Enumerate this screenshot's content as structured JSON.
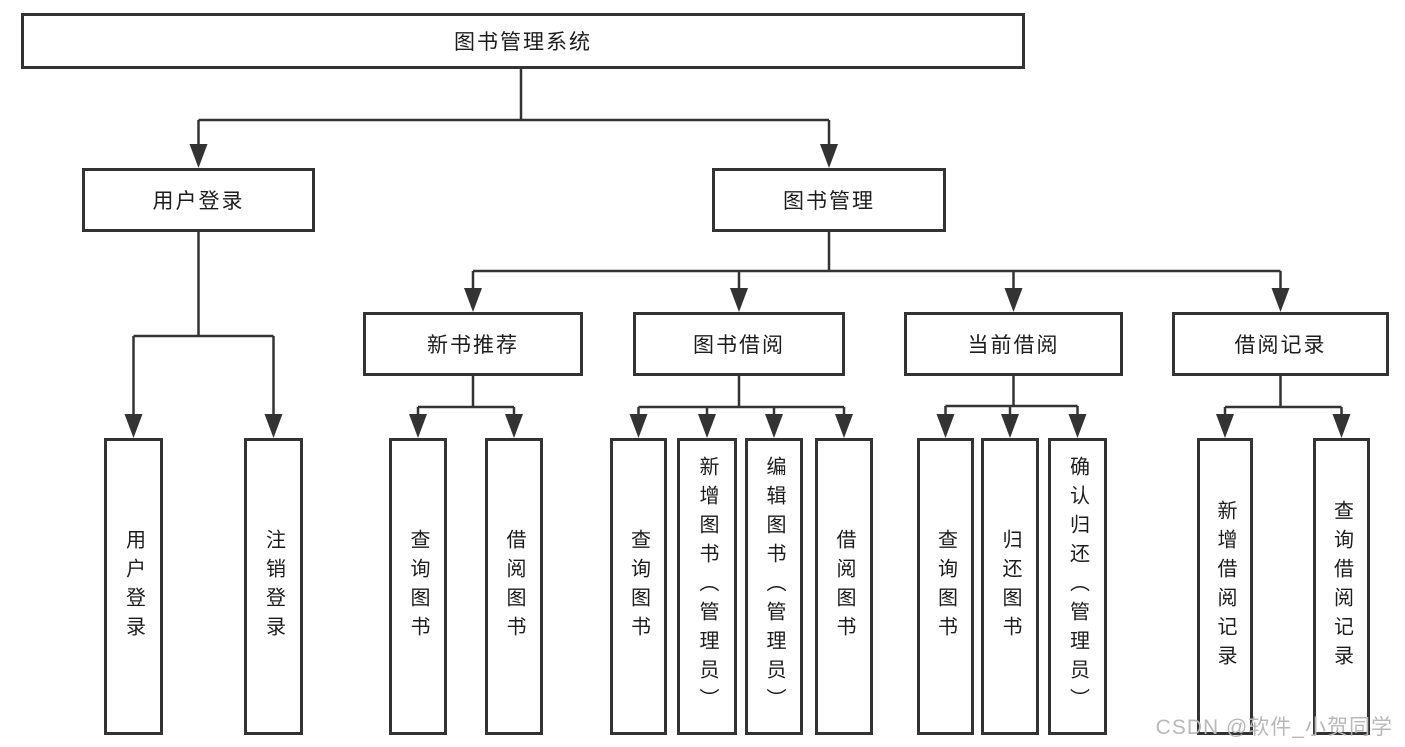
{
  "tree": {
    "root": {
      "label": "图书管理系统"
    },
    "branches": [
      {
        "label": "用户登录",
        "children": [
          "用户登录",
          "注销登录"
        ]
      },
      {
        "label": "图书管理",
        "groups": [
          {
            "label": "新书推荐",
            "children": [
              "查询图书",
              "借阅图书"
            ]
          },
          {
            "label": "图书借阅",
            "children": [
              "查询图书",
              "新增图书（管理员）",
              "编辑图书（管理员）",
              "借阅图书"
            ]
          },
          {
            "label": "当前借阅",
            "children": [
              "查询图书",
              "归还图书",
              "确认归还（管理员）"
            ]
          },
          {
            "label": "借阅记录",
            "children": [
              "新增借阅记录",
              "查询借阅记录"
            ]
          }
        ]
      }
    ]
  },
  "watermark": {
    "text": "CSDN @软件_小贺同学"
  },
  "colors": {
    "line": "#333333",
    "text": "#1c1c1c",
    "box_border": "#333333",
    "background": "#ffffff",
    "watermark": "#b8b8b8"
  }
}
